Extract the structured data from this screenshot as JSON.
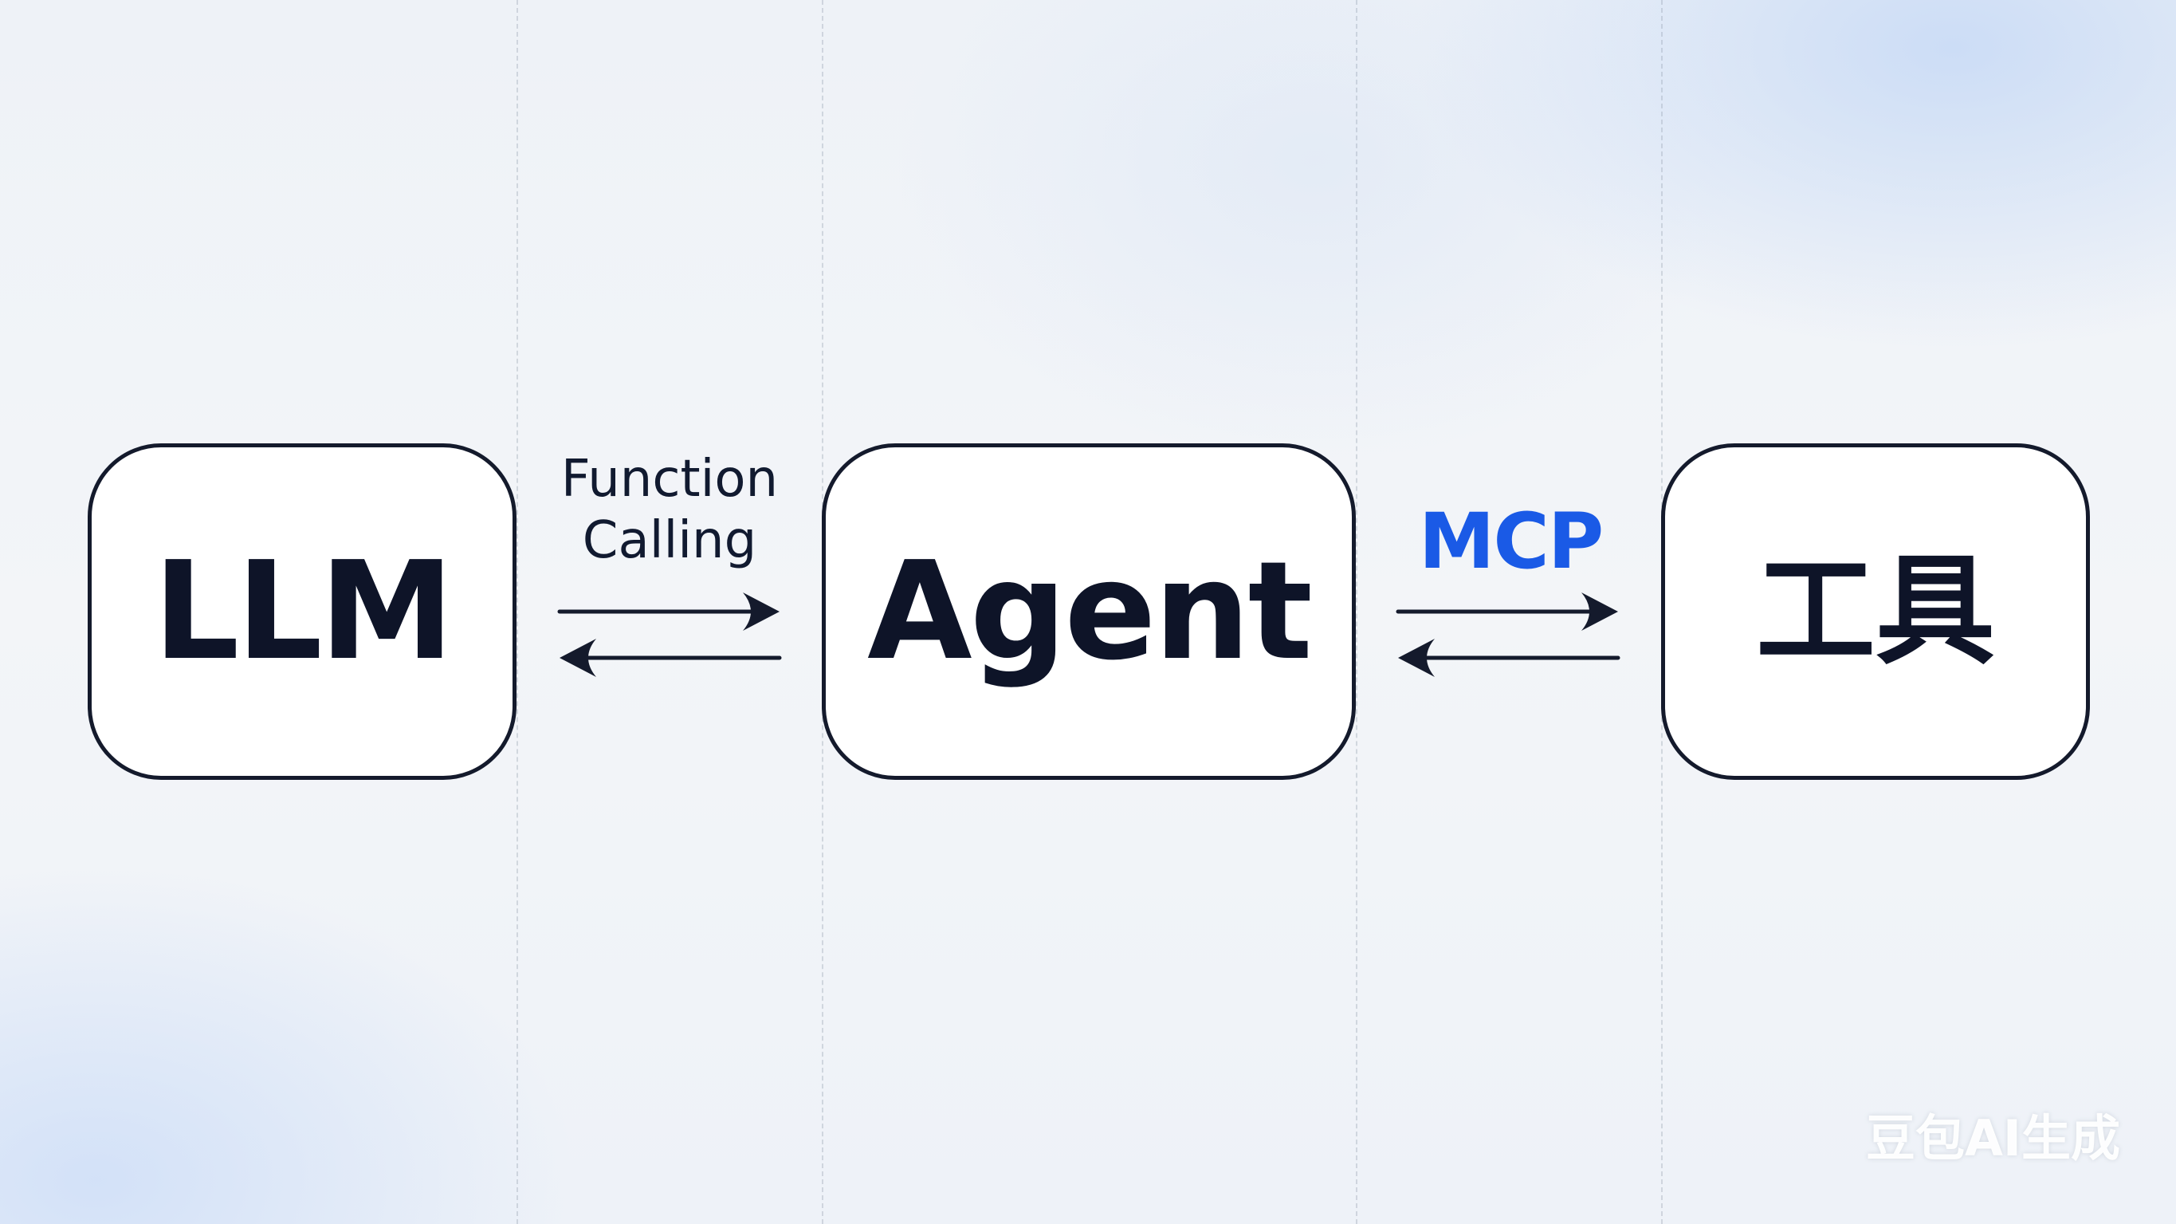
{
  "nodes": {
    "llm": {
      "label": "LLM"
    },
    "agent": {
      "label": "Agent"
    },
    "tool": {
      "label": "工具"
    }
  },
  "edges": {
    "llm_agent": {
      "line1": "Function",
      "line2": "Calling"
    },
    "agent_tool": {
      "label": "MCP"
    }
  },
  "watermark": "豆包AI生成",
  "colors": {
    "stroke": "#141a2c",
    "text": "#0e1428",
    "accent": "#1a5ae6",
    "node_fill": "#ffffff"
  }
}
